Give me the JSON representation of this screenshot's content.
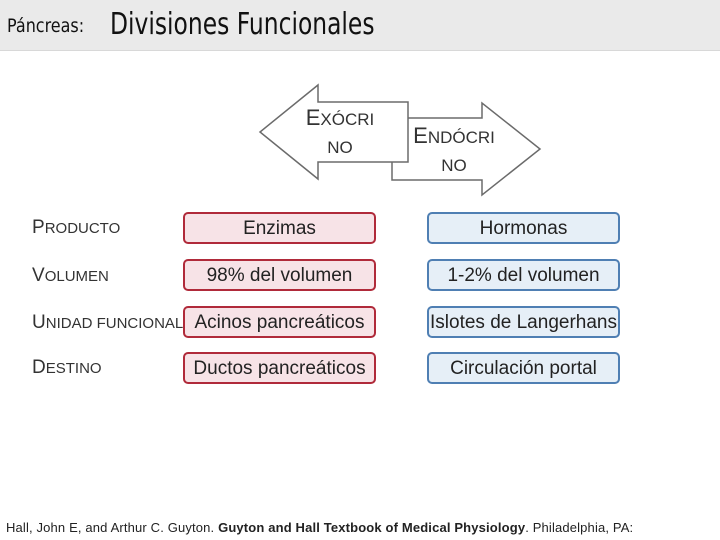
{
  "title": {
    "prefix": "Páncreas:",
    "main": "Divisiones Funcionales"
  },
  "arrows": {
    "exocrine": {
      "line1_cap": "E",
      "line1_rest": "XÓCRI",
      "line2": "NO"
    },
    "endocrine": {
      "line1_cap": "E",
      "line1_rest": "NDÓCRI",
      "line2": "NO"
    }
  },
  "rows": [
    {
      "label_cap": "P",
      "label_rest": "RODUCTO",
      "exocrine": "Enzimas",
      "endocrine": "Hormonas"
    },
    {
      "label_cap": "V",
      "label_rest": "OLUMEN",
      "exocrine": "98% del volumen",
      "endocrine": "1-2% del volumen"
    },
    {
      "label_cap": "U",
      "label_rest": "NIDAD FUNCIONAL",
      "exocrine": "Acinos pancreáticos",
      "endocrine": "Islotes de Langerhans"
    },
    {
      "label_cap": "D",
      "label_rest": "ESTINO",
      "exocrine": "Ductos pancreáticos",
      "endocrine": "Circulación portal"
    }
  ],
  "citation": {
    "authors": "Hall, John E, and Arthur C. Guyton. ",
    "book": "Guyton and Hall Textbook of Medical Physiology",
    "rest": ". Philadelphia, PA:"
  },
  "colors": {
    "exocrine_border": "#b02a3a",
    "exocrine_fill": "#f7e3e7",
    "endocrine_border": "#4f7fb3",
    "endocrine_fill": "#e6eff7"
  }
}
